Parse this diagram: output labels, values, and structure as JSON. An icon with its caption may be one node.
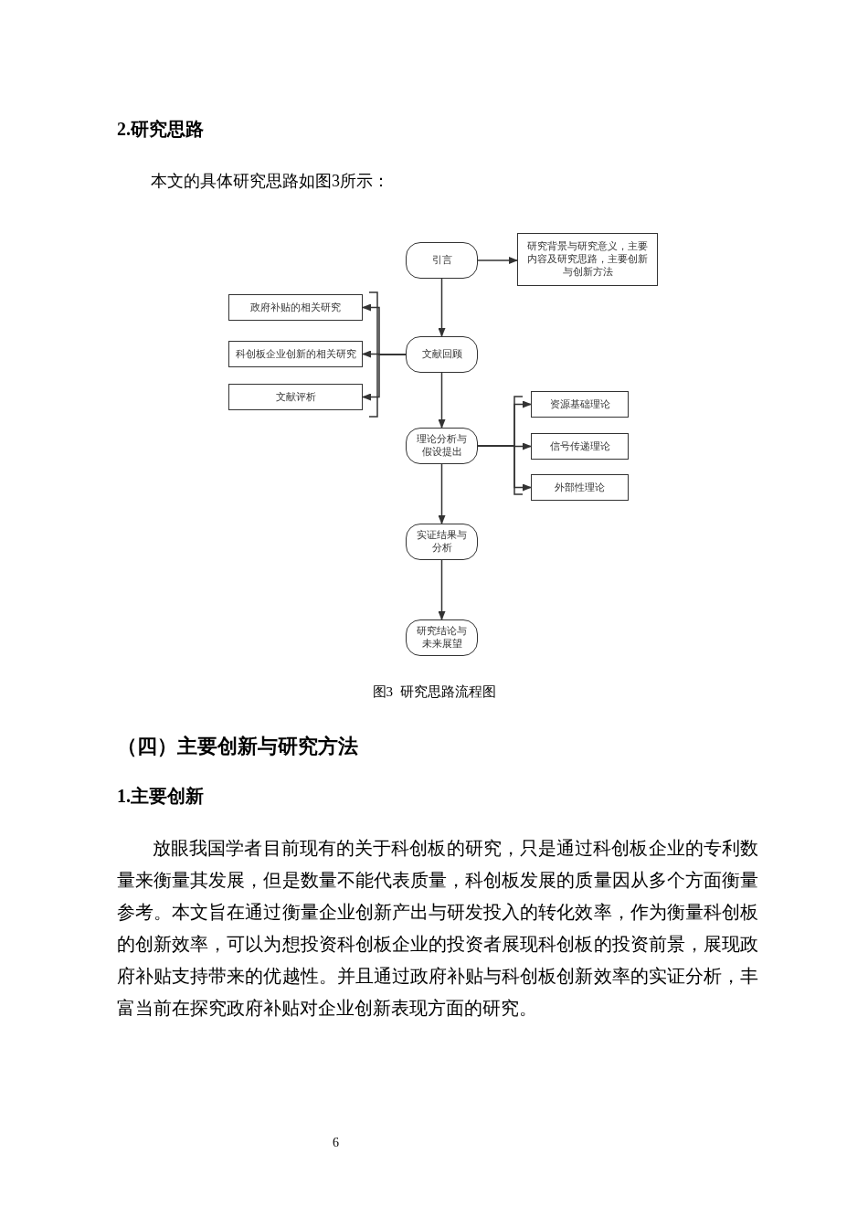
{
  "diagram": {
    "caption": "图3  研究思路流程图",
    "nodes": [
      {
        "text": [
          "引言"
        ]
      },
      {
        "text": [
          "研究背景与研究意义，主要内容及研究思路，主要创新与创新方法"
        ]
      },
      {
        "text": [
          "政府补贴的相关研究"
        ]
      },
      {
        "text": [
          "科创板企业创新的相关研究"
        ]
      },
      {
        "text": [
          "文献评析"
        ]
      },
      {
        "text": [
          "文献回顾"
        ]
      },
      {
        "text": [
          "理论分析与假设提出"
        ]
      },
      {
        "text": [
          "资源基础理论"
        ]
      },
      {
        "text": [
          "信号传递理论"
        ]
      },
      {
        "text": [
          "外部性理论"
        ]
      },
      {
        "text": [
          "实证结果与分析"
        ]
      },
      {
        "text": [
          "研究结论与未来展望"
        ]
      }
    ],
    "edges": [
      {
        "from": 0,
        "to": 1,
        "arrow": "to"
      },
      {
        "from": 0,
        "to": 5,
        "arrow": "to"
      },
      {
        "from": 5,
        "to": 2,
        "arrow": "to"
      },
      {
        "from": 5,
        "to": 3,
        "arrow": "to"
      },
      {
        "from": 5,
        "to": 4,
        "arrow": "to"
      },
      {
        "from": 5,
        "to": 6,
        "arrow": "to"
      },
      {
        "from": 6,
        "to": 7,
        "arrow": "to"
      },
      {
        "from": 6,
        "to": 8,
        "arrow": "to"
      },
      {
        "from": 6,
        "to": 9,
        "arrow": "to"
      },
      {
        "from": 6,
        "to": 10,
        "arrow": "to"
      },
      {
        "from": 10,
        "to": 11,
        "arrow": "to"
      }
    ],
    "labels": [
      "2.研究思路",
      "本文的具体研究思路如图3所示：",
      "（四）主要创新与研究方法",
      "1.主要创新",
      "放眼我国学者目前现有的关于科创板的研究，只是通过科创板企业的专利数量来衡量其发展，但是数量不能代表质量，科创板发展的质量因从多个方面衡量参考。本文旨在通过衡量企业创新产出与研发投入的转化效率，作为衡量科创板的创新效率，可以为想投资科创板企业的投资者展现科创板的投资前景，展现政府补贴支持带来的优越性。并且通过政府补贴与科创板创新效率的实证分析，丰富当前在探究政府补贴对企业创新表现方面的研究。",
      "6"
    ]
  }
}
